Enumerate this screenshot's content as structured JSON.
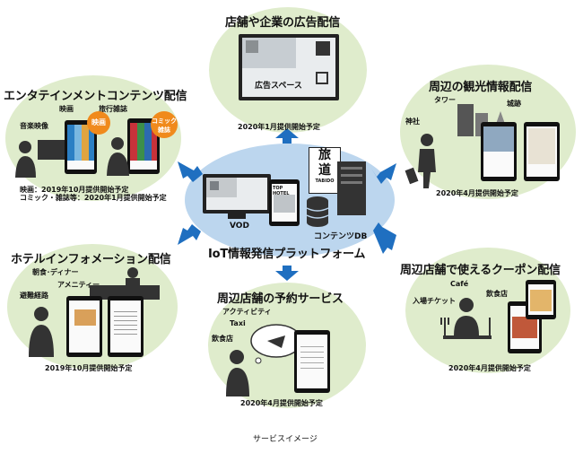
{
  "center": {
    "platform_title": "IoT情報発信プラットフォーム",
    "vod_label": "VOD",
    "db_label": "コンテンツDB",
    "logo_top": "旅",
    "logo_mid": "道",
    "logo_bottom": "TABIDO",
    "hotel_label": "TOP HOTEL"
  },
  "top": {
    "title": "店舗や企業の広告配信",
    "ad_space": "広告スペース",
    "date": "2020年1月提供開始予定"
  },
  "left_top": {
    "title": "エンタテインメントコンテンツ配信",
    "movie": "映画",
    "music_video": "音楽映像",
    "travel_magazine": "旅行雑誌",
    "badge_movie": "映画",
    "badge_comic_1": "コミック",
    "badge_comic_2": "雑誌",
    "date_1": "映画：2019年10月提供開始予定",
    "date_2": "コミック・雑誌等：2020年1月提供開始予定"
  },
  "right_top": {
    "title": "周辺の観光情報配信",
    "tower": "タワー",
    "castle": "城跡",
    "shrine": "神社",
    "date": "2020年4月提供開始予定"
  },
  "left_bottom": {
    "title": "ホテルインフォメーション配信",
    "breakfast": "朝食･ディナー",
    "amenity": "アメニティー",
    "evacuation": "避難経路",
    "date": "2019年10月提供開始予定"
  },
  "bottom": {
    "title": "周辺店舗の予約サービス",
    "activity": "アクティビティ",
    "taxi": "Taxi",
    "restaurant": "飲食店",
    "date": "2020年4月提供開始予定"
  },
  "right_bottom": {
    "title": "周辺店舗で使えるクーポン配信",
    "cafe": "Café",
    "restaurant": "飲食店",
    "ticket": "入場チケット",
    "date": "2020年4月提供開始予定"
  },
  "caption": "サービスイメージ",
  "colors": {
    "ellipse_green": "#dfeccc",
    "ellipse_blue": "#bcd6ee",
    "arrow_blue": "#1f6fc0",
    "phone_red": "#b0102a",
    "badge_orange": "#f08a1c"
  }
}
